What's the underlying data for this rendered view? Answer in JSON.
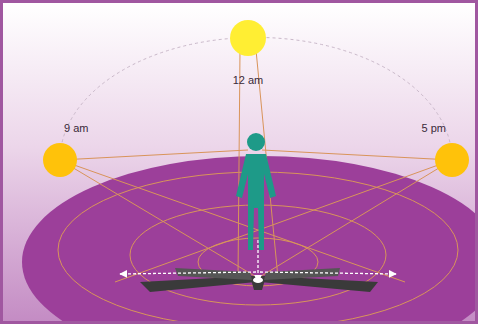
{
  "diagram": {
    "labels": [
      "12 am",
      "9 am",
      "5 pm"
    ]
  }
}
